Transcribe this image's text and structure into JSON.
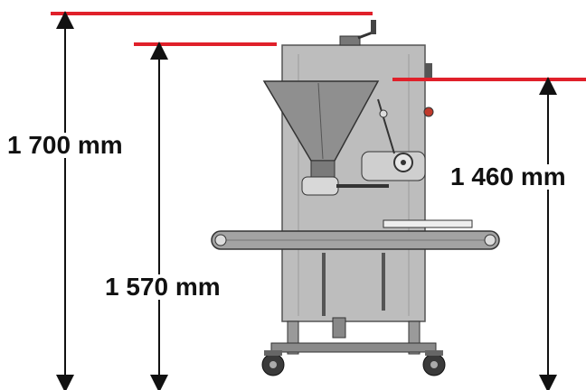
{
  "dimensions": [
    {
      "label": "1 700 mm"
    },
    {
      "label": "1 570 mm"
    },
    {
      "label": "1 460 mm"
    }
  ],
  "colors": {
    "reference_line": "#e0202a",
    "arrow": "#111111",
    "machine_body": "#b9b9b9",
    "machine_edge": "#555555",
    "hopper": "#8e8e8e",
    "conveyor": "#9a9a9a"
  }
}
